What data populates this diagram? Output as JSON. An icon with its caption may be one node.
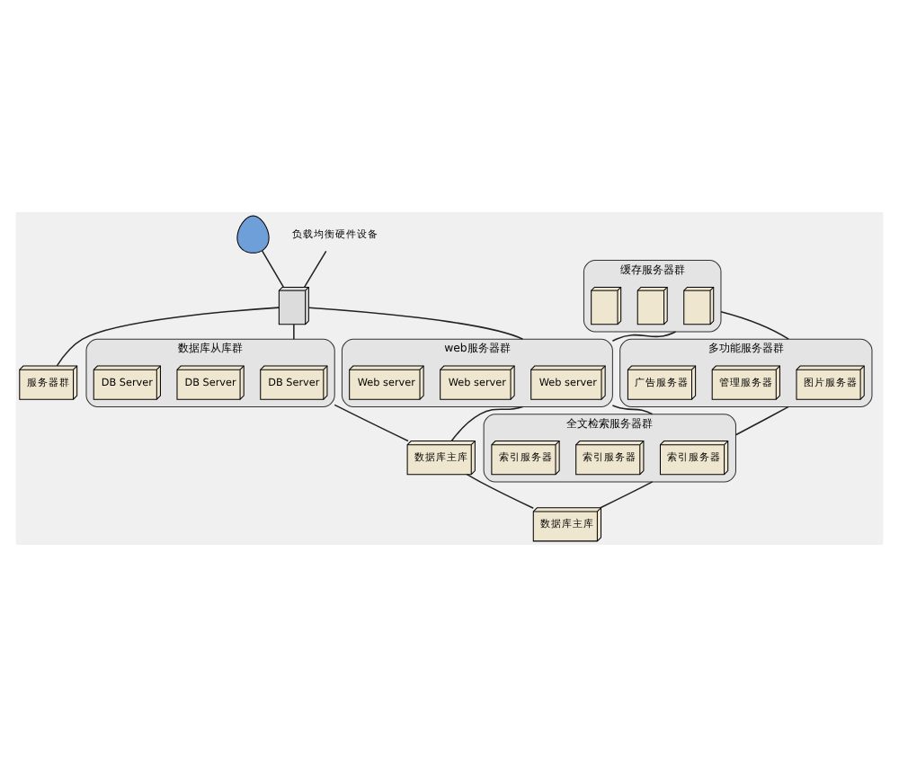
{
  "diagram": {
    "nodes": [
      {
        "text": [],
        "shape": "person"
      },
      {
        "text": [],
        "shape": "box"
      },
      {
        "text": [
          "负载均衡硬件设备"
        ]
      },
      {
        "text": [
          "服务器群"
        ]
      },
      {
        "text": [
          "缓存服务器群"
        ]
      },
      {
        "text": [],
        "shape": "picture",
        "in": 4
      },
      {
        "text": [],
        "shape": "picture",
        "in": 4
      },
      {
        "text": [],
        "shape": "picture",
        "in": 4
      },
      {
        "text": [
          "多功能服务器群"
        ]
      },
      {
        "text": [
          "图片服务器"
        ],
        "in": 8
      },
      {
        "text": [
          "管理服务器"
        ],
        "in": 8
      },
      {
        "text": [
          "广告服务器"
        ],
        "in": 8
      },
      {
        "text": [
          "web服务器群"
        ]
      },
      {
        "text": [
          "Web server"
        ],
        "in": 12
      },
      {
        "text": [
          "Web server"
        ],
        "in": 12
      },
      {
        "text": [
          "Web server"
        ],
        "in": 12
      },
      {
        "text": [
          "全文检索服务器群"
        ]
      },
      {
        "text": [
          "索引服务器"
        ],
        "in": 16
      },
      {
        "text": [
          "索引服务器"
        ],
        "in": 16
      },
      {
        "text": [
          "索引服务器"
        ],
        "in": 16
      },
      {
        "text": [
          "数据库从库群"
        ]
      },
      {
        "text": [
          "DB Server"
        ],
        "in": 20
      },
      {
        "text": [
          "DB Server"
        ],
        "in": 20
      },
      {
        "text": [
          "DB Server"
        ],
        "in": 20
      },
      {
        "text": [
          "数据库主库"
        ]
      },
      {
        "text": [
          "数据库主库"
        ]
      }
    ],
    "edges": [
      {
        "from": 0,
        "to": 1,
        "arrow": "none"
      },
      {
        "from": 2,
        "to": 1,
        "arrow": "none"
      },
      {
        "from": 1,
        "to": 3,
        "arrow": "none"
      },
      {
        "from": 1,
        "to": 12,
        "arrow": "none"
      },
      {
        "from": 1,
        "to": 20,
        "arrow": "none"
      },
      {
        "from": 4,
        "to": 12,
        "arrow": "none"
      },
      {
        "from": 4,
        "to": 8,
        "arrow": "none"
      },
      {
        "from": 8,
        "to": 16,
        "arrow": "none"
      },
      {
        "from": 12,
        "to": 16,
        "arrow": "none"
      },
      {
        "from": 12,
        "to": 24,
        "arrow": "none"
      },
      {
        "from": 16,
        "to": 25,
        "arrow": "none"
      },
      {
        "from": 20,
        "to": 24,
        "arrow": "none"
      },
      {
        "from": 24,
        "to": 25,
        "arrow": "none"
      }
    ]
  }
}
